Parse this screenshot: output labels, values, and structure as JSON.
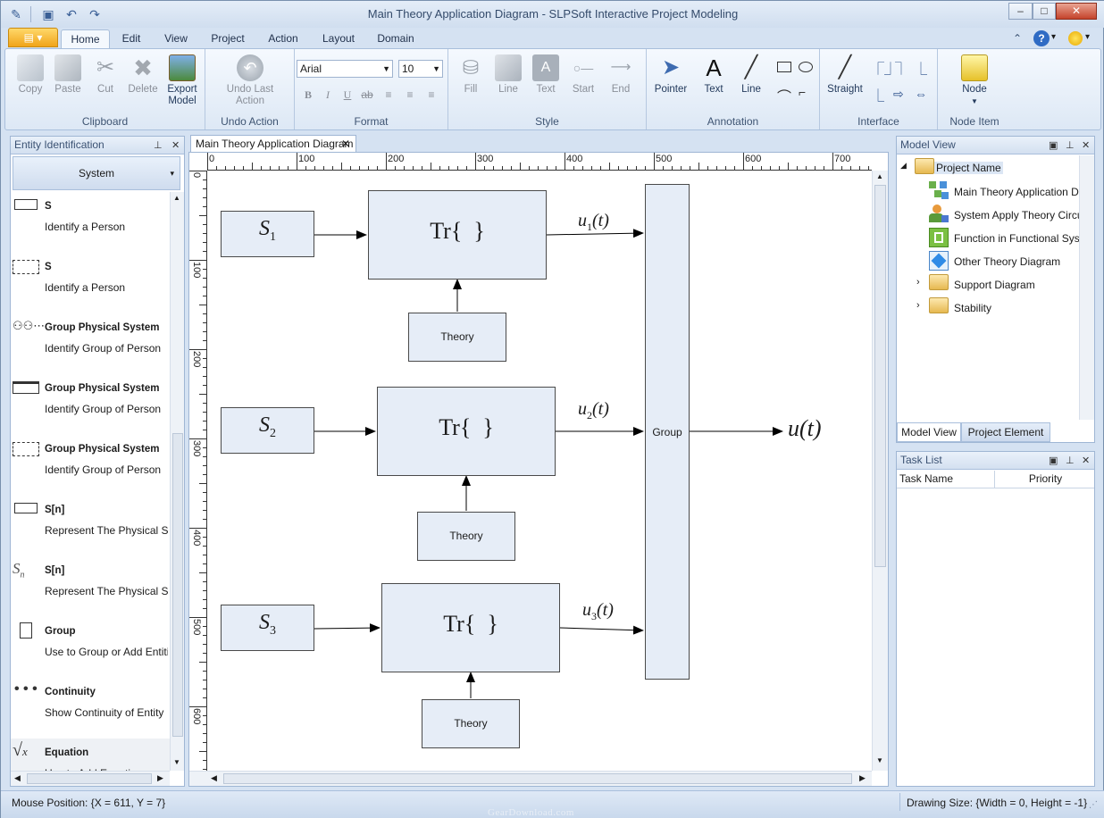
{
  "window": {
    "title": "Main Theory Application Diagram - SLPSoft Interactive Project Modeling"
  },
  "menu_tabs": [
    "Home",
    "Edit",
    "View",
    "Project",
    "Action",
    "Layout",
    "Domain"
  ],
  "ribbon": {
    "clipboard": {
      "label": "Clipboard",
      "buttons": [
        "Copy",
        "Paste",
        "Cut",
        "Delete",
        "Export Model"
      ]
    },
    "undo": {
      "label": "Undo Action",
      "button": "Undo Last Action"
    },
    "format": {
      "label": "Format",
      "font": "Arial",
      "size": "10",
      "buttons": [
        "B",
        "I",
        "U",
        "ab"
      ]
    },
    "style": {
      "label": "Style",
      "buttons": [
        "Fill",
        "Line",
        "Text",
        "Start",
        "End"
      ]
    },
    "annotation": {
      "label": "Annotation",
      "buttons": [
        "Pointer",
        "Text",
        "Line"
      ]
    },
    "interface": {
      "label": "Interface",
      "buttons": [
        "Straight"
      ]
    },
    "node_item": {
      "label": "Node Item",
      "buttons": [
        "Node"
      ]
    }
  },
  "entity_panel": {
    "title": "Entity Identification",
    "dropdown": "System",
    "items": [
      {
        "title": "S",
        "desc": "Identify a Person"
      },
      {
        "title": "S",
        "desc": "Identify a Person"
      },
      {
        "title": "Group Physical System",
        "desc": "Identify Group of Person"
      },
      {
        "title": "Group Physical System",
        "desc": "Identify Group of Person"
      },
      {
        "title": "Group Physical System",
        "desc": "Identify Group of Person"
      },
      {
        "title": "S[n]",
        "desc": "Represent The Physical System"
      },
      {
        "title": "S[n]",
        "desc": "Represent The Physical System"
      },
      {
        "title": "Group",
        "desc": "Use to Group or Add Entities"
      },
      {
        "title": "Continuity",
        "desc": "Show Continuity of Entity"
      },
      {
        "title": "Equation",
        "desc": "Use to Add Equation"
      }
    ]
  },
  "document": {
    "tab": "Main Theory Application Diagram",
    "ruler_x": [
      "0",
      "100",
      "200",
      "300",
      "400",
      "500",
      "600",
      "700"
    ],
    "ruler_y": [
      "0",
      "100",
      "200",
      "300",
      "400",
      "500",
      "600"
    ],
    "diagram": {
      "sources": [
        {
          "base": "S",
          "sub": "1"
        },
        {
          "base": "S",
          "sub": "2"
        },
        {
          "base": "S",
          "sub": "3"
        }
      ],
      "transform": {
        "base": "Tr{",
        "close": "}"
      },
      "theory": "Theory",
      "outputs": [
        {
          "base": "u",
          "sub": "1",
          "arg": "(t)"
        },
        {
          "base": "u",
          "sub": "2",
          "arg": "(t)"
        },
        {
          "base": "u",
          "sub": "3",
          "arg": "(t)"
        }
      ],
      "group": "Group",
      "final": "u(t)"
    }
  },
  "model_view": {
    "title": "Model View",
    "root": "Project Name",
    "items": [
      "Main Theory Application Diagr...",
      "System Apply Theory Circular",
      "Function in Functional System",
      "Other Theory Diagram",
      "Support Diagram",
      "Stability"
    ],
    "tabs": [
      "Model View",
      "Project Element"
    ]
  },
  "task_list": {
    "title": "Task List",
    "columns": [
      "Task Name",
      "Priority"
    ]
  },
  "status": {
    "mouse": "Mouse Position: {X = 611,  Y = 7}",
    "drawing": "Drawing Size: {Width = 0, Height = -1}"
  },
  "watermark": "GearDownload.com"
}
